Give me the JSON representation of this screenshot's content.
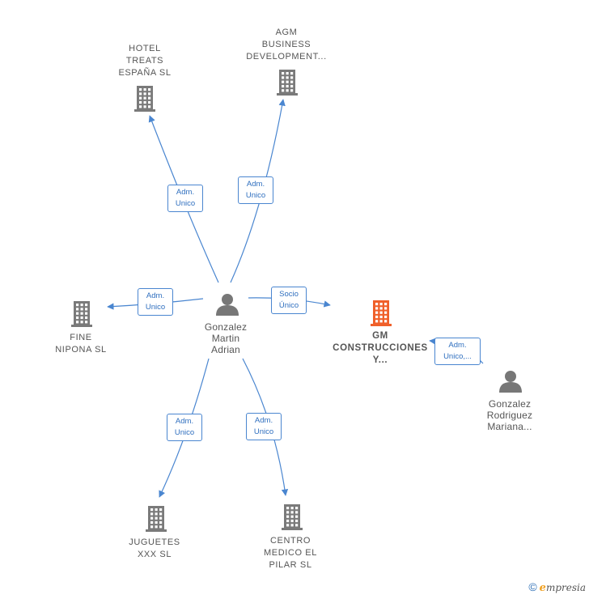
{
  "nodes": {
    "hotel": {
      "lines": [
        "HOTEL",
        "TREATS",
        "ESPAÑA SL"
      ]
    },
    "agm": {
      "lines": [
        "AGM",
        "BUSINESS",
        "DEVELOPMENT..."
      ]
    },
    "fine": {
      "lines": [
        "FINE",
        "NIPONA SL"
      ]
    },
    "gm": {
      "lines": [
        "GM",
        "CONSTRUCCIONES",
        "Y..."
      ]
    },
    "center": {
      "lines": [
        "Gonzalez",
        "Martin",
        "Adrian"
      ]
    },
    "mariana": {
      "lines": [
        "Gonzalez",
        "Rodriguez",
        "Mariana..."
      ]
    },
    "juguetes": {
      "lines": [
        "JUGUETES",
        "XXX SL"
      ]
    },
    "centro": {
      "lines": [
        "CENTRO",
        "MEDICO EL",
        "PILAR SL"
      ]
    }
  },
  "edges": {
    "hotel": {
      "lines": [
        "Adm.",
        "Unico"
      ]
    },
    "agm": {
      "lines": [
        "Adm.",
        "Unico"
      ]
    },
    "fine": {
      "lines": [
        "Adm.",
        "Unico"
      ]
    },
    "gm": {
      "lines": [
        "Socio",
        "Único"
      ]
    },
    "mariana": {
      "lines": [
        "Adm.",
        "Unico,..."
      ]
    },
    "juguetes": {
      "lines": [
        "Adm.",
        "Unico"
      ]
    },
    "centro": {
      "lines": [
        "Adm.",
        "Unico"
      ]
    }
  },
  "footer": {
    "copyright": "©",
    "brand_e": "e",
    "brand_rest": "mpresia"
  },
  "colors": {
    "edge": "#4a86d0",
    "company": "#7a7a7a",
    "highlight": "#f0602a",
    "person": "#777777"
  }
}
